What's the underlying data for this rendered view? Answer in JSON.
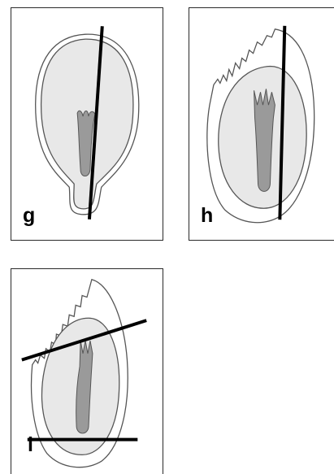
{
  "panels": [
    {
      "id": "g",
      "label": "g"
    },
    {
      "id": "h",
      "label": "h"
    },
    {
      "id": "i",
      "label": "i"
    }
  ],
  "colors": {
    "outline": "#555555",
    "endosperm_fill": "#e8e8e8",
    "embryo_fill": "#9a9a9a",
    "cut_line": "#000000",
    "frame": "#2a2a2a"
  }
}
